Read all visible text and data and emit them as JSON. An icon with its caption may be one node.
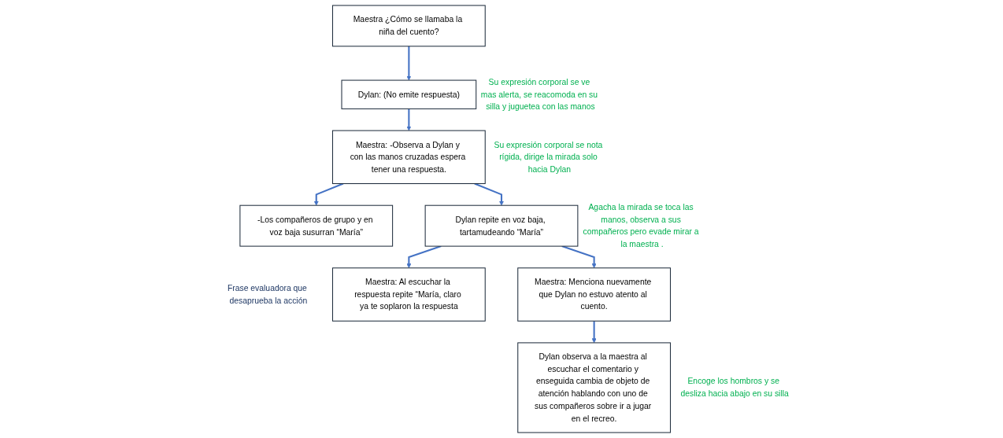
{
  "diagram": {
    "nodes": [
      {
        "text": [
          "Maestra ¿Cómo se llamaba la niña del cuento?"
        ]
      },
      {
        "text": [
          "Dylan: (No emite respuesta)"
        ],
        "beside": [
          "Su expresión corporal se ve mas alerta, se reacomoda en su silla y juguetea con las manos"
        ]
      },
      {
        "text": [
          "Maestra: -Observa a Dylan y con las manos cruzadas espera tener una respuesta."
        ],
        "beside": [
          "Su expresión corporal se nota rígida, dirige la mirada solo hacia Dylan"
        ]
      },
      {
        "text": [
          "-Los compañeros de grupo y en voz baja susurran “María”"
        ]
      },
      {
        "text": [
          "Dylan repite en voz baja, tartamudeando “María”"
        ],
        "beside": [
          "Agacha la mirada se toca las manos, observa a sus compañeros pero evade mirar a la maestra ."
        ]
      },
      {
        "text": [
          "Maestra: Al escuchar la respuesta repite “María, claro ya te soplaron la respuesta"
        ],
        "beside": [
          "Frase evaluadora que desaprueba la acción"
        ]
      },
      {
        "text": [
          "Maestra: Menciona nuevamente que Dylan no estuvo atento al cuento."
        ]
      },
      {
        "text": [
          "Dylan observa a la maestra al escuchar el comentario y enseguida cambia de objeto de atención hablando con uno de sus compañeros sobre ir a jugar en el recreo."
        ],
        "beside": [
          "Encoge los hombros y se desliza hacia abajo en su silla"
        ]
      }
    ],
    "edges": [
      {
        "from": 0,
        "to": 1,
        "arrow": "to"
      },
      {
        "from": 1,
        "to": 2,
        "arrow": "to"
      },
      {
        "from": 2,
        "to": 3,
        "arrow": "to"
      },
      {
        "from": 2,
        "to": 4,
        "arrow": "to"
      },
      {
        "from": 4,
        "to": 5,
        "arrow": "to"
      },
      {
        "from": 4,
        "to": 6,
        "arrow": "to"
      },
      {
        "from": 6,
        "to": 7,
        "arrow": "to"
      }
    ]
  }
}
